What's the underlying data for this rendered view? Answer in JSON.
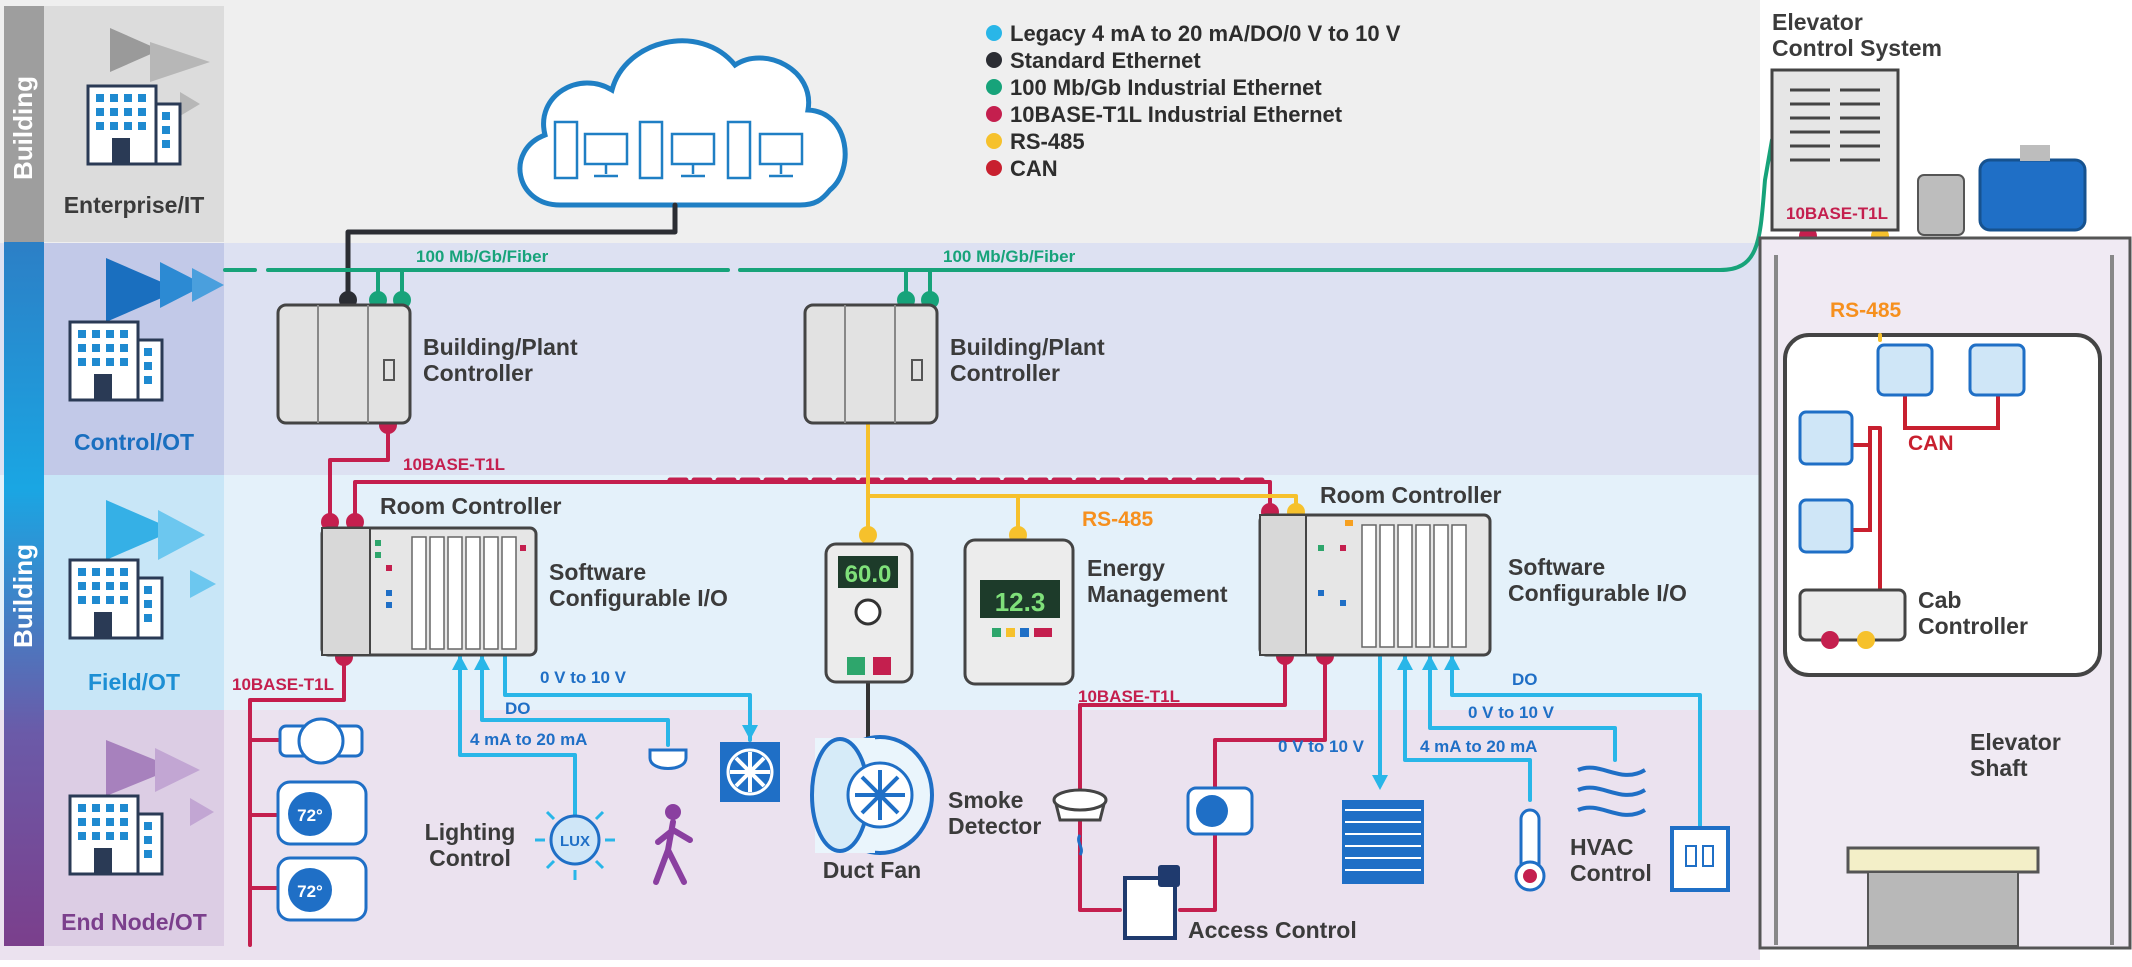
{
  "side_labels": {
    "building_top": "Building",
    "building_bottom": "Building"
  },
  "tiers": {
    "enterprise": "Enterprise/IT",
    "control": "Control/OT",
    "field": "Field/OT",
    "end_node": "End Node/OT"
  },
  "legend": [
    {
      "label": "Legacy 4 mA to 20 mA/DO/0 V to 10 V",
      "color": "#29b6e8"
    },
    {
      "label": "Standard Ethernet",
      "color": "#2b2d33"
    },
    {
      "label": "100 Mb/Gb Industrial Ethernet",
      "color": "#17a37a"
    },
    {
      "label": "10BASE-T1L Industrial Ethernet",
      "color": "#c41f4e"
    },
    {
      "label": "RS-485",
      "color": "#f6c12c"
    },
    {
      "label": "CAN",
      "color": "#c8202f"
    }
  ],
  "link_labels": {
    "fiber_1": "100 Mb/Gb/Fiber",
    "fiber_2": "100 Mb/Gb/Fiber",
    "t1l_control": "10BASE-T1L",
    "t1l_field": "10BASE-T1L",
    "t1l_smoke": "10BASE-T1L",
    "t1l_elevator": "10BASE-T1L",
    "rs485_field": "RS-485",
    "rs485_elevator": "RS-485",
    "can": "CAN",
    "v0_10_a": "0 V to 10 V",
    "do_a": "DO",
    "ma_a": "4 mA to 20 mA",
    "v0_10_b": "0 V to 10 V",
    "ma_b": "4 mA to 20 mA",
    "v0_10_c": "0 V to 10 V",
    "do_b": "DO"
  },
  "devices": {
    "plant_ctrl_1": [
      "Building/Plant",
      "Controller"
    ],
    "plant_ctrl_2": [
      "Building/Plant",
      "Controller"
    ],
    "room_ctrl_1": "Room Controller",
    "room_ctrl_2": "Room Controller",
    "sw_io_1": [
      "Software",
      "Configurable I/O"
    ],
    "sw_io_2": [
      "Software",
      "Configurable I/O"
    ],
    "energy": [
      "Energy",
      "Management"
    ],
    "energy_readout": "12.3",
    "drive_readout": "60.0",
    "lighting": [
      "Lighting",
      "Control"
    ],
    "lux": "LUX",
    "duct_fan": "Duct Fan",
    "smoke": [
      "Smoke",
      "Detector"
    ],
    "access": "Access Control",
    "hvac": [
      "HVAC",
      "Control"
    ],
    "thermostat_temp": "72°",
    "elevator_system": [
      "Elevator",
      "Control System"
    ],
    "cab_ctrl": [
      "Cab",
      "Controller"
    ],
    "shaft": [
      "Elevator",
      "Shaft"
    ]
  },
  "colors": {
    "legacy": "#29b6e8",
    "ethernet": "#2b2d33",
    "industrial_eth": "#17a37a",
    "t1l": "#c41f4e",
    "rs485": "#f6c12c",
    "can": "#c8202f",
    "enterprise_band": "#efefef",
    "control_band": "#dde1f2",
    "field_band": "#e4f1fa",
    "end_node_band": "#ebe2ef",
    "building_top": "#9e9e9e",
    "building_bottom": "#1d8fd4"
  }
}
